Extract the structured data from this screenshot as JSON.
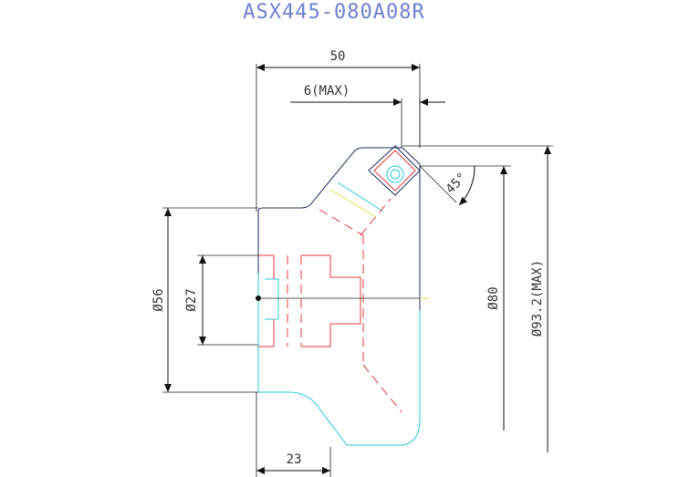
{
  "title": "ASX445-080A08R",
  "dimensions": {
    "length": "50",
    "max_protrusion": "6(MAX)",
    "angle": "45°",
    "bore_diameter": "Ø27",
    "hub_diameter": "Ø56",
    "cutter_diameter": "Ø80",
    "max_diameter": "Ø93.2(MAX)",
    "hub_width": "23"
  },
  "colors": {
    "title": "#6f7fd0",
    "outline": "#111111",
    "hidden": "#e23b3b",
    "body": "#27c7e0",
    "edge": "#1f2f5a"
  }
}
